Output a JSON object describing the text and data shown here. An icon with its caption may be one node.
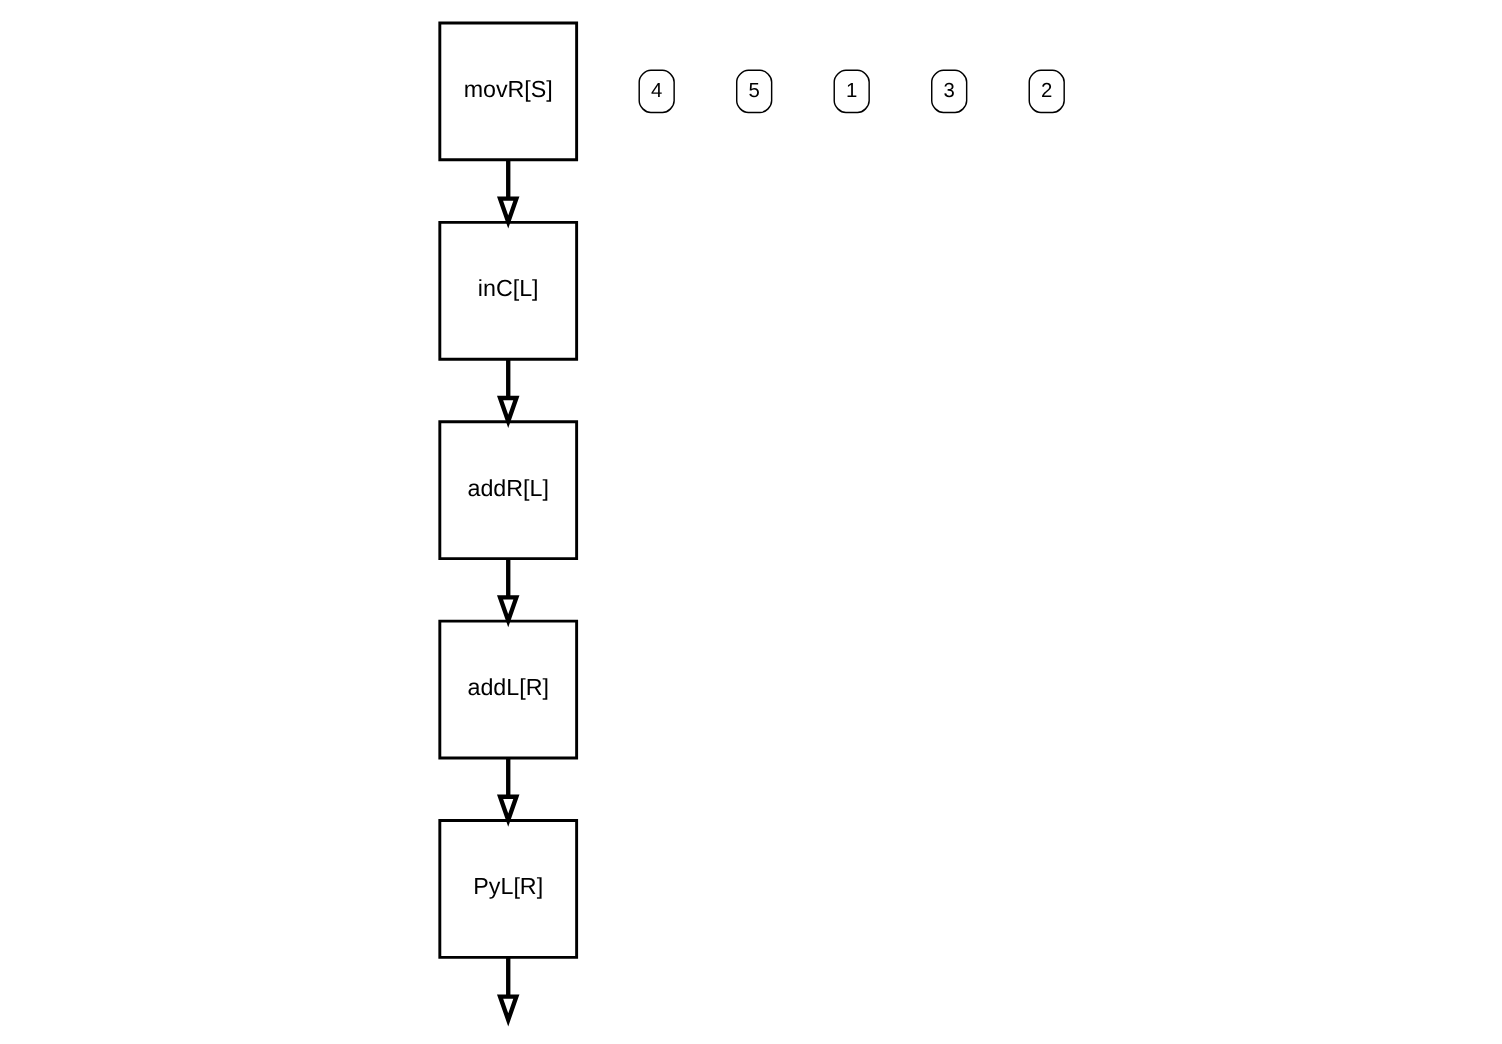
{
  "diagram": {
    "nodes": [
      {
        "text": [
          "addL[R]"
        ]
      },
      {
        "text": [
          "PyL[R]"
        ]
      },
      {
        "text": [
          "movR[S]"
        ]
      },
      {
        "text": [
          "addR[L]"
        ]
      },
      {
        "text": [
          "inC[L]"
        ]
      }
    ],
    "edges": [
      {
        "from": 2,
        "to": 4,
        "arrow": "to"
      },
      {
        "from": 4,
        "to": 3,
        "arrow": "to"
      },
      {
        "from": 3,
        "to": 0,
        "arrow": "to"
      },
      {
        "from": 0,
        "to": 1,
        "arrow": "to"
      },
      {
        "from": 1,
        "to": null,
        "arrow": "to"
      }
    ],
    "labels": [
      "4",
      "5",
      "1",
      "3",
      "2"
    ]
  }
}
